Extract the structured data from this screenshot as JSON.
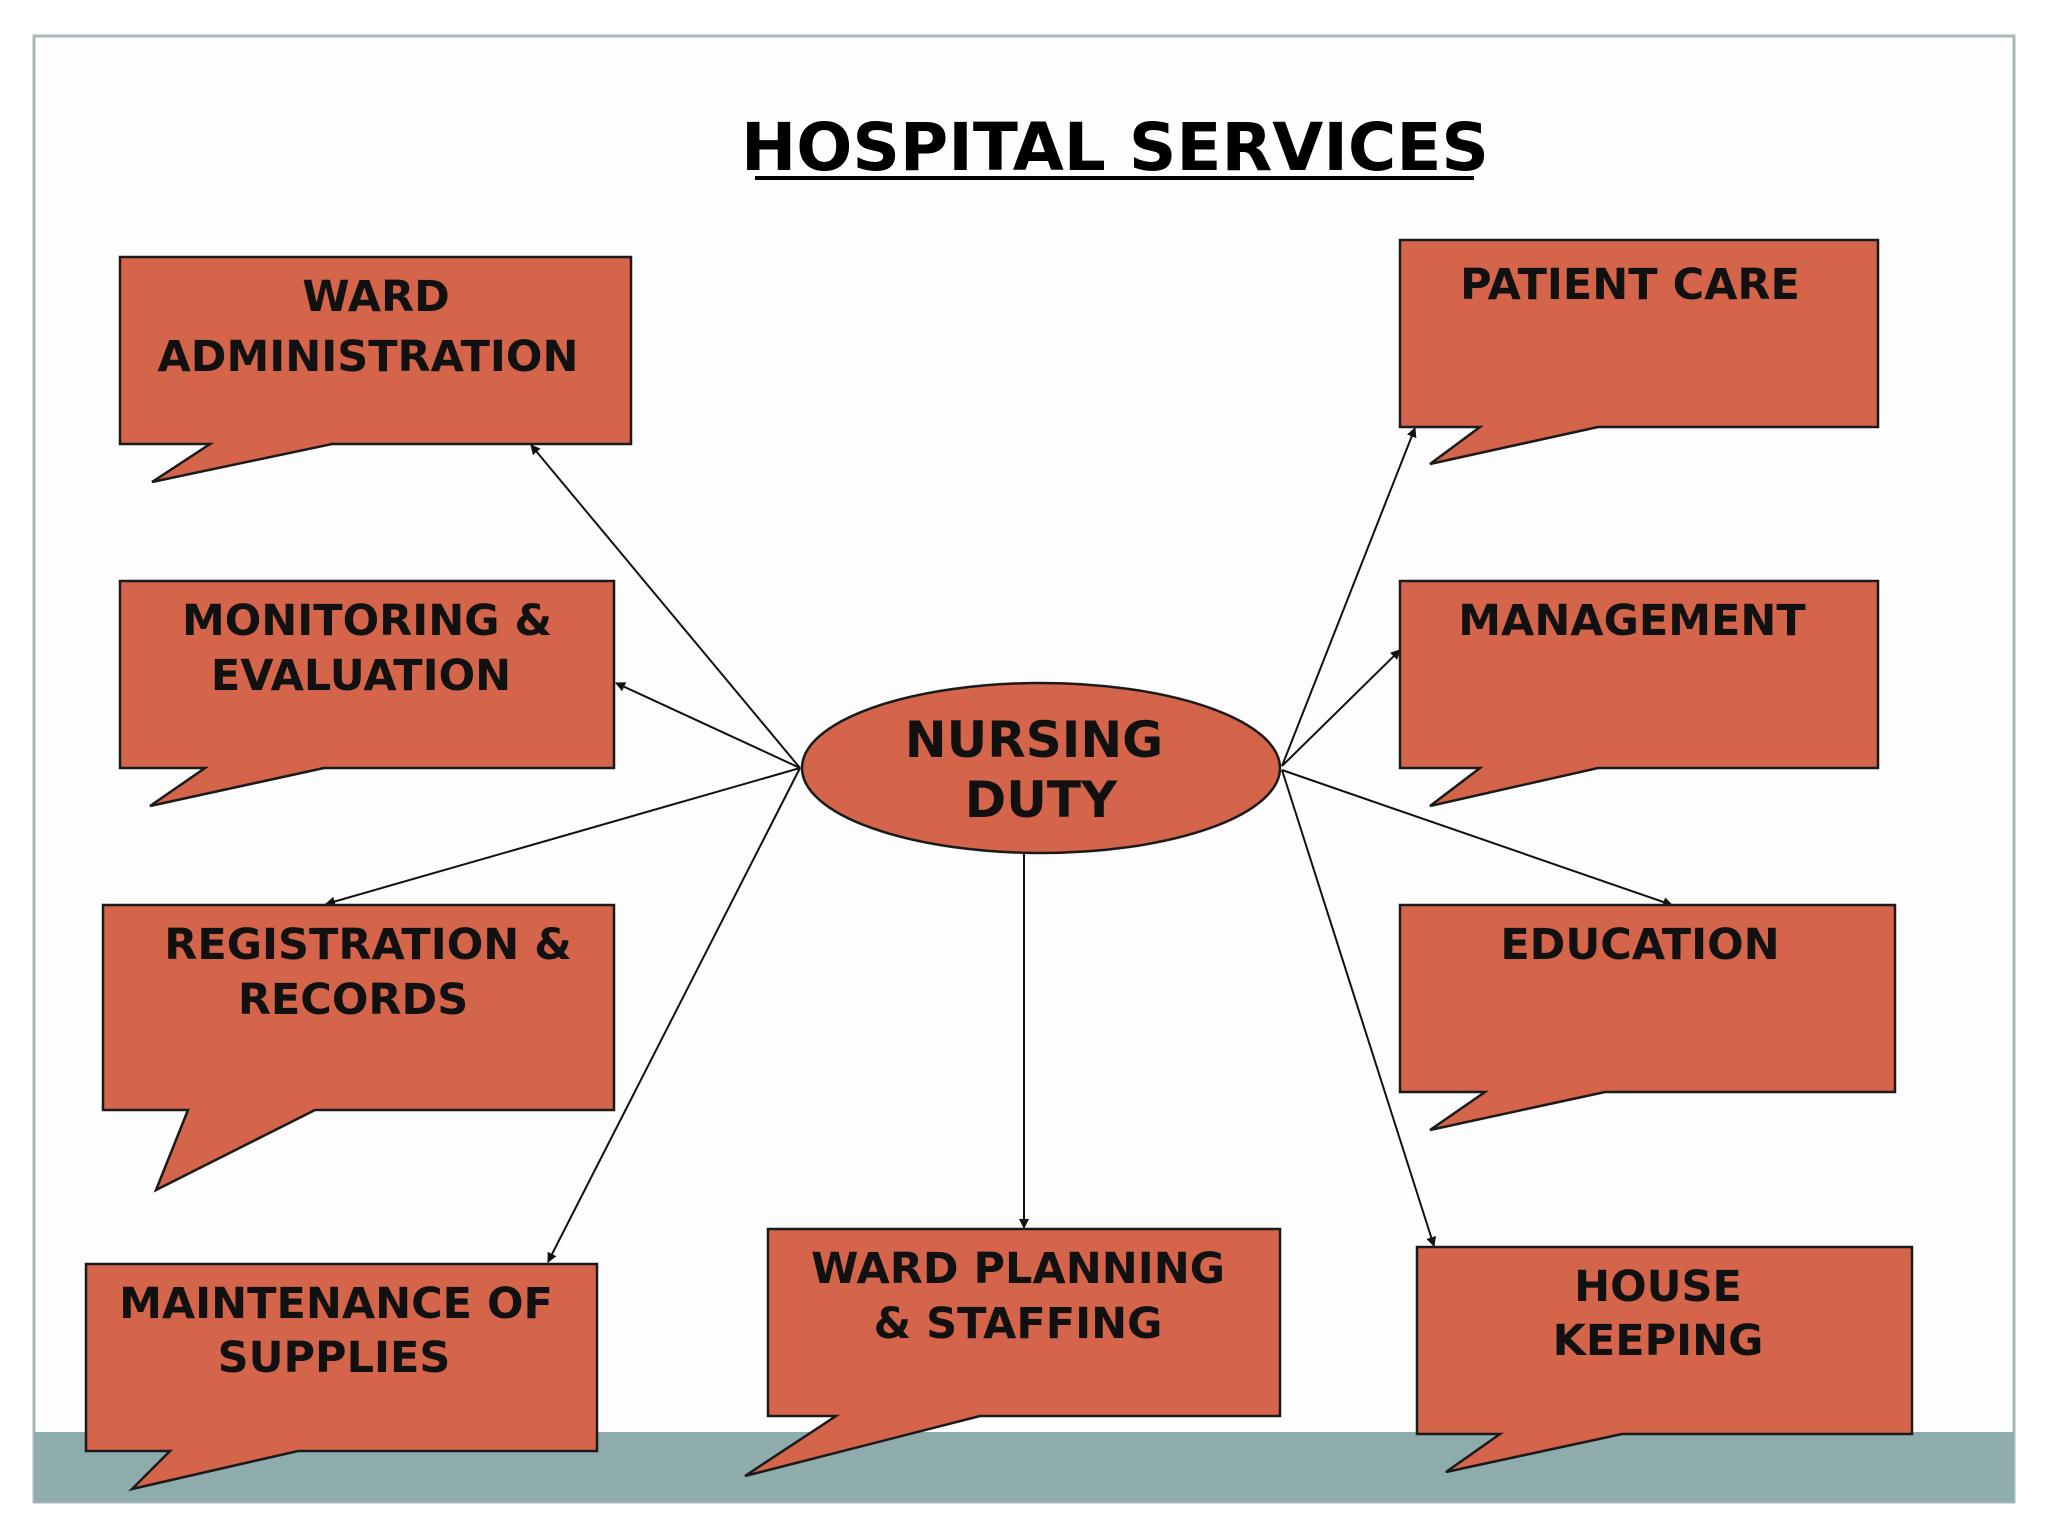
{
  "title": "HOSPITAL SERVICES",
  "center": {
    "lines": [
      "NURSING",
      "DUTY"
    ]
  },
  "nodes": [
    {
      "id": "ward-administration",
      "lines": [
        "WARD",
        "ADMINISTRATION"
      ]
    },
    {
      "id": "monitoring-evaluation",
      "lines": [
        "MONITORING &",
        "EVALUATION"
      ]
    },
    {
      "id": "registration-records",
      "lines": [
        "REGISTRATION &",
        "RECORDS"
      ]
    },
    {
      "id": "maintenance-of-supplies",
      "lines": [
        "MAINTENANCE OF",
        "SUPPLIES"
      ]
    },
    {
      "id": "ward-planning-staffing",
      "lines": [
        "WARD PLANNING",
        "& STAFFING"
      ]
    },
    {
      "id": "patient-care",
      "lines": [
        "PATIENT CARE"
      ]
    },
    {
      "id": "management",
      "lines": [
        "MANAGEMENT"
      ]
    },
    {
      "id": "education",
      "lines": [
        "EDUCATION"
      ]
    },
    {
      "id": "house-keeping",
      "lines": [
        "HOUSE",
        "KEEPING"
      ]
    }
  ],
  "colors": {
    "box_fill": "#d4644a",
    "center_fill": "#d4644a",
    "footer_band": "#8eacab",
    "frame": "#a7b9b8",
    "background": "#fdfdfd"
  }
}
